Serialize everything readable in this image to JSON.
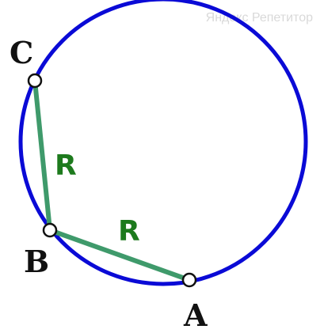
{
  "watermark": "Яндекс Репетитор",
  "colors": {
    "circle": "#0a0ad6",
    "chord": "#3f9a6b",
    "segment_label": "#1d7a1d",
    "point_fill": "#ffffff",
    "point_stroke": "#111111"
  },
  "points": {
    "A": "A",
    "B": "B",
    "C": "C"
  },
  "segments": {
    "AB": "R",
    "BC": "R"
  }
}
